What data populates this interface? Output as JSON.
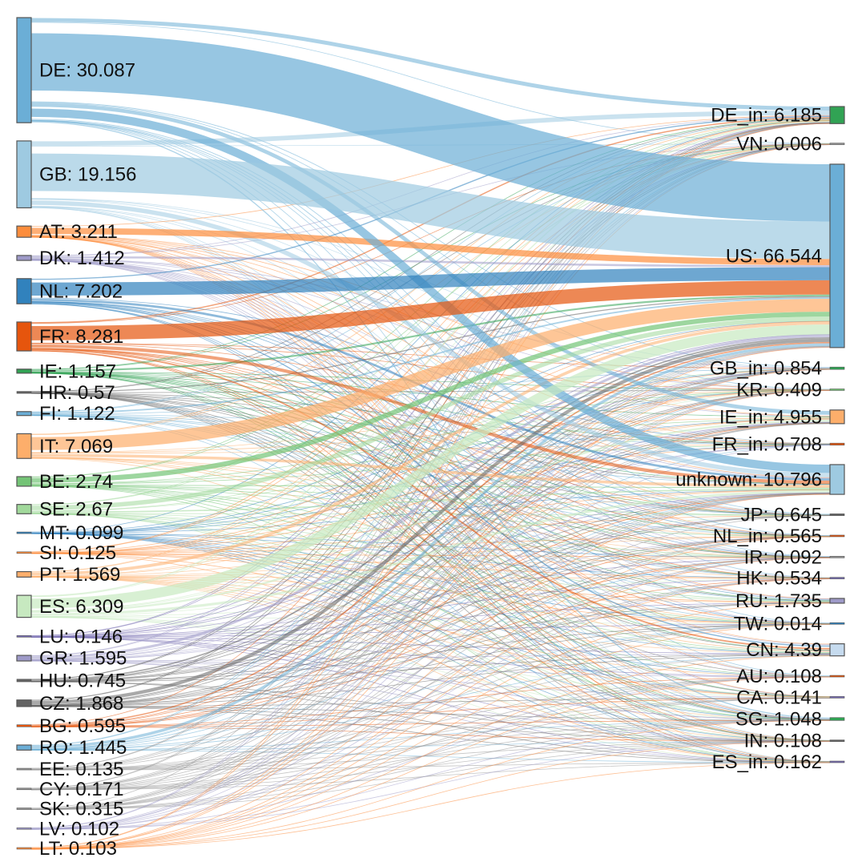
{
  "diagram": {
    "type": "sankey",
    "sources": [
      {
        "id": "DE",
        "label": "DE: 30.087",
        "value": 30.087,
        "color": "#6baed6"
      },
      {
        "id": "GB",
        "label": "GB: 19.156",
        "value": 19.156,
        "color": "#9ecae1"
      },
      {
        "id": "AT",
        "label": "AT: 3.211",
        "value": 3.211,
        "color": "#fd8d3c"
      },
      {
        "id": "DK",
        "label": "DK: 1.412",
        "value": 1.412,
        "color": "#9e9ac8"
      },
      {
        "id": "NL",
        "label": "NL: 7.202",
        "value": 7.202,
        "color": "#3182bd"
      },
      {
        "id": "FR",
        "label": "FR: 8.281",
        "value": 8.281,
        "color": "#e6550d"
      },
      {
        "id": "IE",
        "label": "IE: 1.157",
        "value": 1.157,
        "color": "#31a354"
      },
      {
        "id": "HR",
        "label": "HR: 0.57",
        "value": 0.57,
        "color": "#636363"
      },
      {
        "id": "FI",
        "label": "FI: 1.122",
        "value": 1.122,
        "color": "#6baed6"
      },
      {
        "id": "IT",
        "label": "IT: 7.069",
        "value": 7.069,
        "color": "#fdae6b"
      },
      {
        "id": "BE",
        "label": "BE: 2.74",
        "value": 2.74,
        "color": "#74c476"
      },
      {
        "id": "SE",
        "label": "SE: 2.67",
        "value": 2.67,
        "color": "#a1d99b"
      },
      {
        "id": "MT",
        "label": "MT: 0.099",
        "value": 0.099,
        "color": "#3182bd"
      },
      {
        "id": "SI",
        "label": "SI: 0.125",
        "value": 0.125,
        "color": "#fd8d3c"
      },
      {
        "id": "PT",
        "label": "PT: 1.569",
        "value": 1.569,
        "color": "#fdae6b"
      },
      {
        "id": "ES",
        "label": "ES: 6.309",
        "value": 6.309,
        "color": "#c7e9c0"
      },
      {
        "id": "LU",
        "label": "LU: 0.146",
        "value": 0.146,
        "color": "#756bb1"
      },
      {
        "id": "GR",
        "label": "GR: 1.595",
        "value": 1.595,
        "color": "#9e9ac8"
      },
      {
        "id": "HU",
        "label": "HU: 0.745",
        "value": 0.745,
        "color": "#636363"
      },
      {
        "id": "CZ",
        "label": "CZ: 1.868",
        "value": 1.868,
        "color": "#636363"
      },
      {
        "id": "BG",
        "label": "BG: 0.595",
        "value": 0.595,
        "color": "#e6550d"
      },
      {
        "id": "RO",
        "label": "RO: 1.445",
        "value": 1.445,
        "color": "#6baed6"
      },
      {
        "id": "EE",
        "label": "EE: 0.135",
        "value": 0.135,
        "color": "#969696"
      },
      {
        "id": "CY",
        "label": "CY: 0.171",
        "value": 0.171,
        "color": "#969696"
      },
      {
        "id": "SK",
        "label": "SK: 0.315",
        "value": 0.315,
        "color": "#969696"
      },
      {
        "id": "LV",
        "label": "LV: 0.102",
        "value": 0.102,
        "color": "#9e9ac8"
      },
      {
        "id": "LT",
        "label": "LT: 0.103",
        "value": 0.103,
        "color": "#fd8d3c"
      }
    ],
    "targets": [
      {
        "id": "DE_in",
        "label": "DE_in: 6.185",
        "value": 6.185,
        "color": "#31a354"
      },
      {
        "id": "VN",
        "label": "VN: 0.006",
        "value": 0.006,
        "color": "#969696"
      },
      {
        "id": "US",
        "label": "US: 66.544",
        "value": 66.544,
        "color": "#6baed6"
      },
      {
        "id": "GB_in",
        "label": "GB_in: 0.854",
        "value": 0.854,
        "color": "#31a354"
      },
      {
        "id": "KR",
        "label": "KR: 0.409",
        "value": 0.409,
        "color": "#74c476"
      },
      {
        "id": "IE_in",
        "label": "IE_in: 4.955",
        "value": 4.955,
        "color": "#fdae6b"
      },
      {
        "id": "FR_in",
        "label": "FR_in: 0.708",
        "value": 0.708,
        "color": "#e6550d"
      },
      {
        "id": "unknown",
        "label": "unknown: 10.796",
        "value": 10.796,
        "color": "#9ecae1"
      },
      {
        "id": "JP",
        "label": "JP: 0.645",
        "value": 0.645,
        "color": "#636363"
      },
      {
        "id": "NL_in",
        "label": "NL_in: 0.565",
        "value": 0.565,
        "color": "#e6550d"
      },
      {
        "id": "IR",
        "label": "IR: 0.092",
        "value": 0.092,
        "color": "#969696"
      },
      {
        "id": "HK",
        "label": "HK: 0.534",
        "value": 0.534,
        "color": "#756bb1"
      },
      {
        "id": "RU",
        "label": "RU: 1.735",
        "value": 1.735,
        "color": "#9e9ac8"
      },
      {
        "id": "TW",
        "label": "TW: 0.014",
        "value": 0.014,
        "color": "#3182bd"
      },
      {
        "id": "CN",
        "label": "CN: 4.39",
        "value": 4.39,
        "color": "#c6dbef"
      },
      {
        "id": "AU",
        "label": "AU: 0.108",
        "value": 0.108,
        "color": "#e6550d"
      },
      {
        "id": "CA",
        "label": "CA: 0.141",
        "value": 0.141,
        "color": "#756bb1"
      },
      {
        "id": "SG",
        "label": "SG: 1.048",
        "value": 1.048,
        "color": "#31a354"
      },
      {
        "id": "IN",
        "label": "IN: 0.108",
        "value": 0.108,
        "color": "#636363"
      },
      {
        "id": "ES_in",
        "label": "ES_in: 0.162",
        "value": 0.162,
        "color": "#756bb1"
      }
    ]
  }
}
